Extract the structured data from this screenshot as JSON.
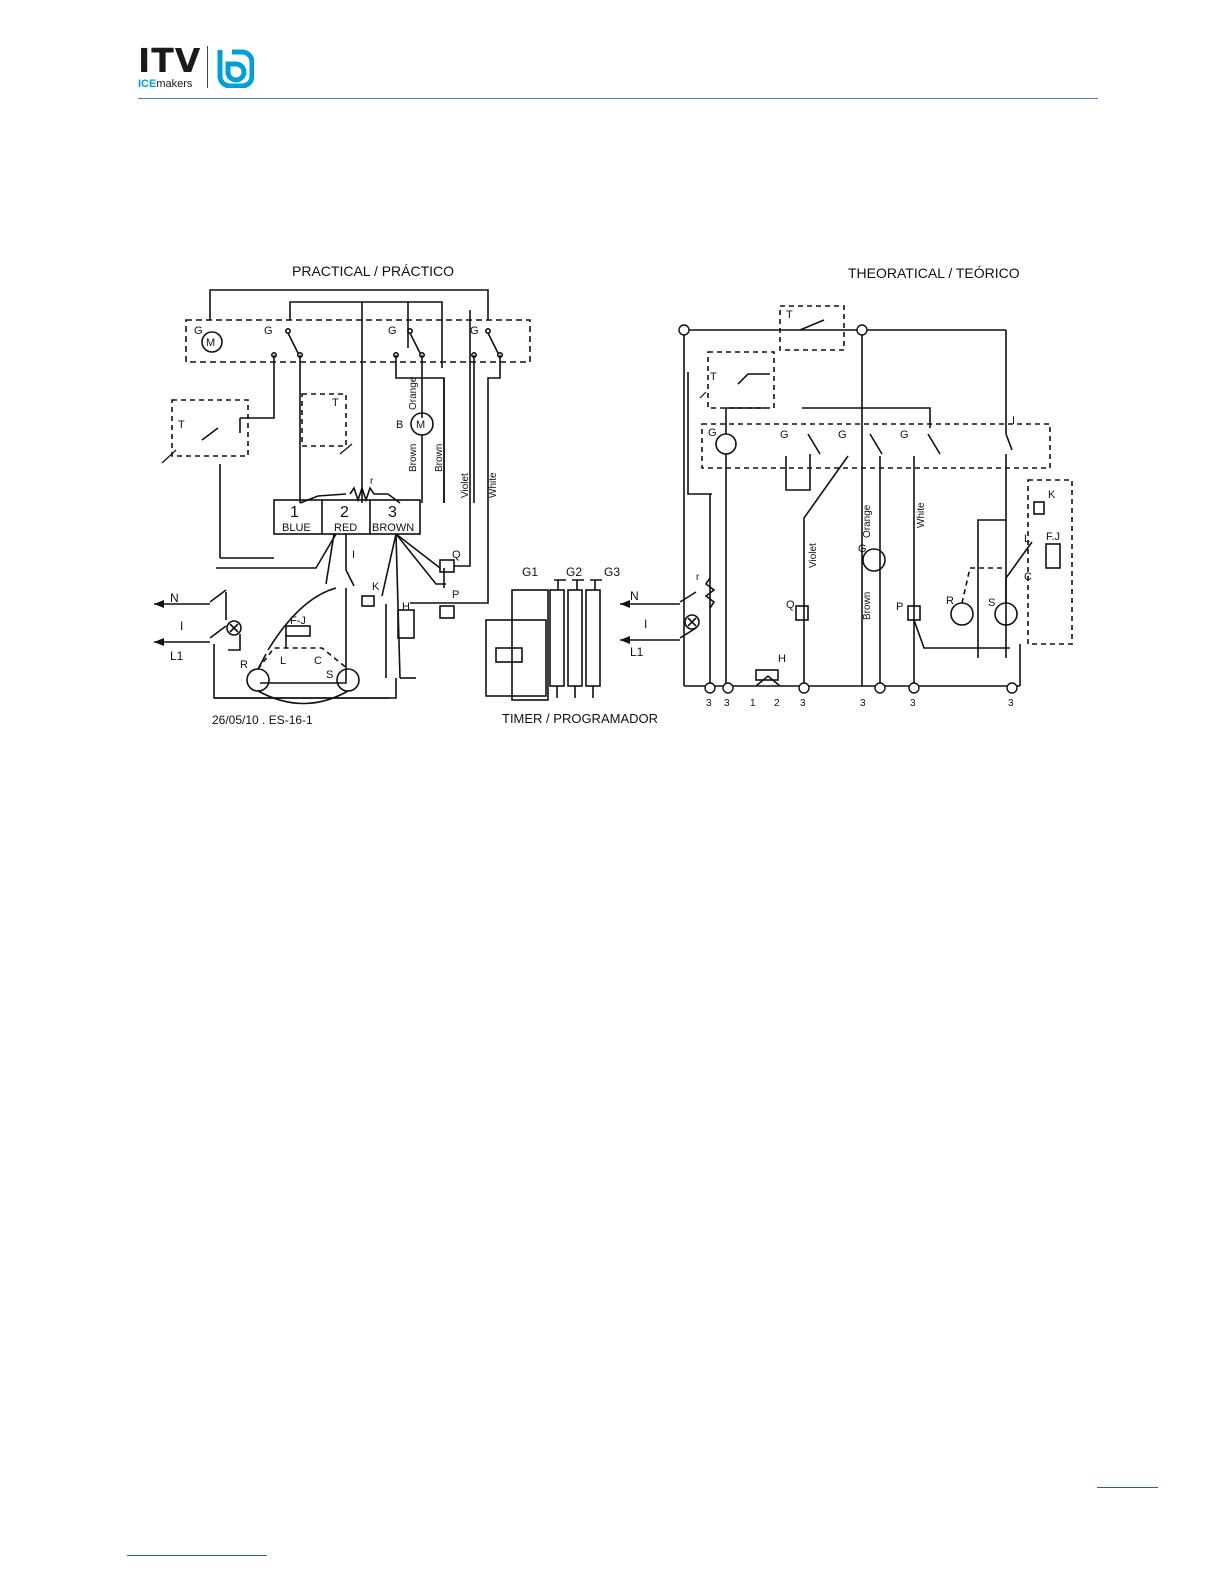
{
  "brand": {
    "logo_text": "ITV",
    "logo_ice": "ICE",
    "logo_makers": "makers",
    "accent": "#00a0d6",
    "rule_color": "#4a7fc1"
  },
  "diagram": {
    "practical_title": "PRACTICAL / PRÁCTICO",
    "theoretical_title": "THEORATICAL / TEÓRICO",
    "timer_caption": "TIMER / PROGRAMADOR",
    "code_label": "26/05/10 . ES-16-1",
    "terminal_block": [
      {
        "num": "1",
        "color": "BLUE"
      },
      {
        "num": "2",
        "color": "RED"
      },
      {
        "num": "3",
        "color": "BROWN"
      }
    ],
    "wire_colors": {
      "orange": "Orange",
      "brown": "Brown",
      "violet": "Violet",
      "white": "White"
    },
    "component_labels": {
      "G": "G",
      "G1": "G",
      "G2": "G",
      "G3": "G",
      "B": "B",
      "T1": "T",
      "T2": "T",
      "Q": "Q",
      "P": "P",
      "K": "K",
      "H": "H",
      "FJ": "F-J",
      "FJ2": "F.J",
      "R": "R",
      "S": "S",
      "L": "L",
      "C": "C",
      "N": "N",
      "L1": "L1",
      "IG": "I",
      "I1": "I",
      "r": "r",
      "M": "M"
    },
    "timer_cams": [
      "G1",
      "G2",
      "G3"
    ],
    "bottom_terminals": [
      "3",
      "3",
      "1",
      "2",
      "3",
      "3",
      "3",
      "3"
    ]
  }
}
